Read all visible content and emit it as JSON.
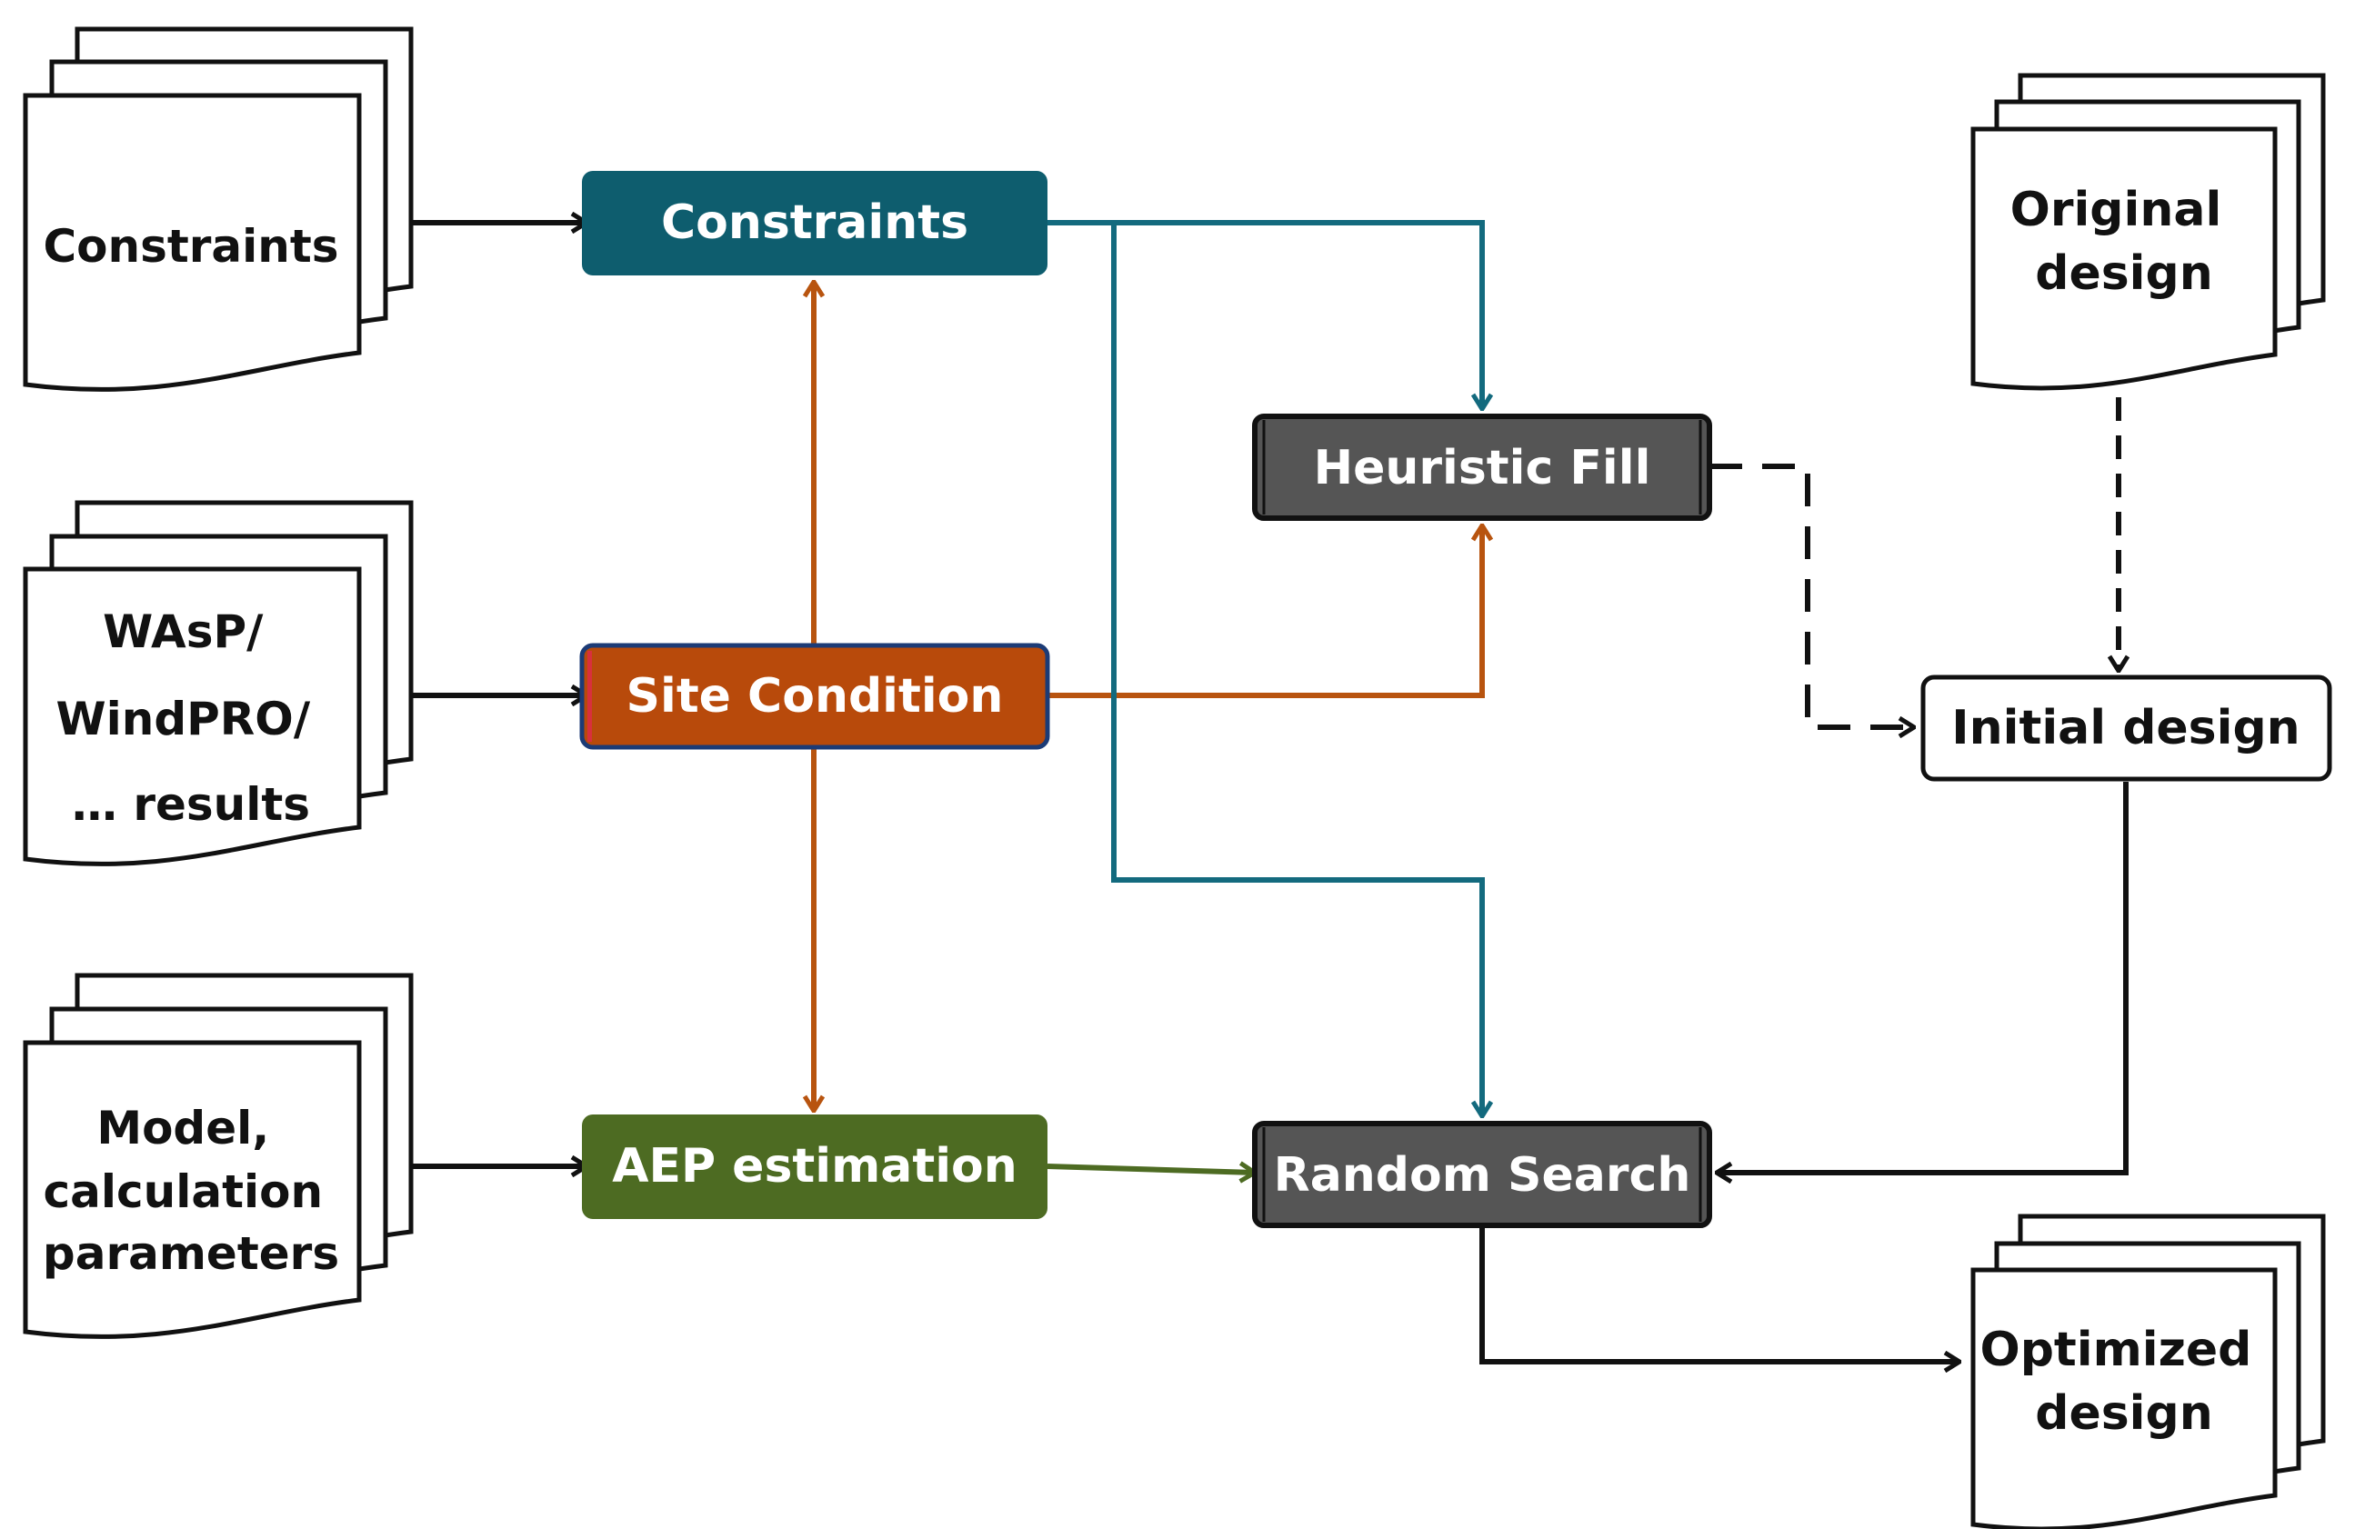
{
  "documents": {
    "constraints_input": {
      "lines": [
        "Constraints"
      ]
    },
    "wasp_input": {
      "lines": [
        "WAsP/",
        "WindPRO/",
        "… results"
      ]
    },
    "model_input": {
      "lines": [
        "Model,",
        "calculation",
        "parameters"
      ]
    },
    "original_design": {
      "lines": [
        "Original",
        "design"
      ]
    },
    "optimized_design": {
      "lines": [
        "Optimized",
        "design"
      ]
    }
  },
  "process_boxes": {
    "constraints": {
      "label": "Constraints"
    },
    "site_condition": {
      "label": "Site Condition"
    },
    "aep_estimation": {
      "label": "AEP estimation"
    },
    "heuristic_fill": {
      "label": "Heuristic Fill"
    },
    "random_search": {
      "label": "Random Search"
    },
    "initial_design": {
      "label": "Initial design"
    }
  },
  "colors": {
    "constraints": "#0e5d6e",
    "site_condition": "#b84a0b",
    "aep_estimation": "#4d6b22",
    "heuristic_fill": "#555555",
    "random_search": "#555555",
    "initial_design": "#ffffff",
    "line_black": "#111111",
    "line_teal": "#136a7e",
    "line_orange": "#b8540f",
    "line_green": "#4d6b22"
  }
}
